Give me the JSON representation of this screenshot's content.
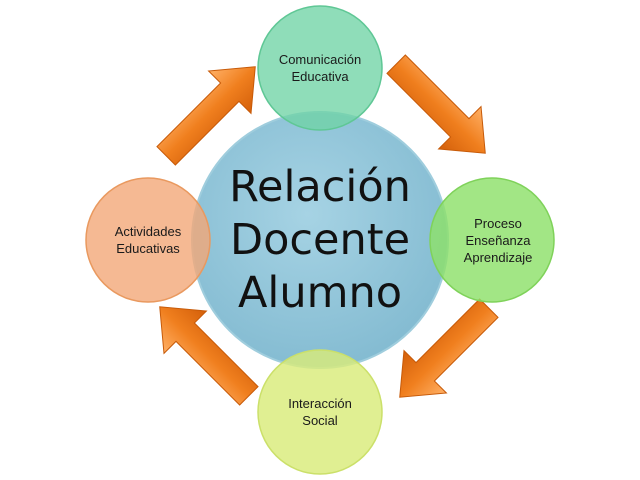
{
  "center": {
    "line1": "Relación",
    "line2": "Docente",
    "line3": "Alumno",
    "color": "#8ec3d8"
  },
  "nodes": [
    {
      "id": "comunicacion",
      "line1": "Comunicación",
      "line2": "Educativa",
      "color": "#6fd3a5"
    },
    {
      "id": "proceso",
      "line1": "Proceso",
      "line2": "Enseñanza",
      "line3": "Aprendizaje",
      "color": "#8ee06a"
    },
    {
      "id": "interaccion",
      "line1": "Interacción",
      "line2": "Social",
      "color": "#d9ec7a"
    },
    {
      "id": "actividades",
      "line1": "Actividades",
      "line2": "Educativas",
      "color": "#f2a878"
    }
  ],
  "arrow_color": "#f07f1e"
}
